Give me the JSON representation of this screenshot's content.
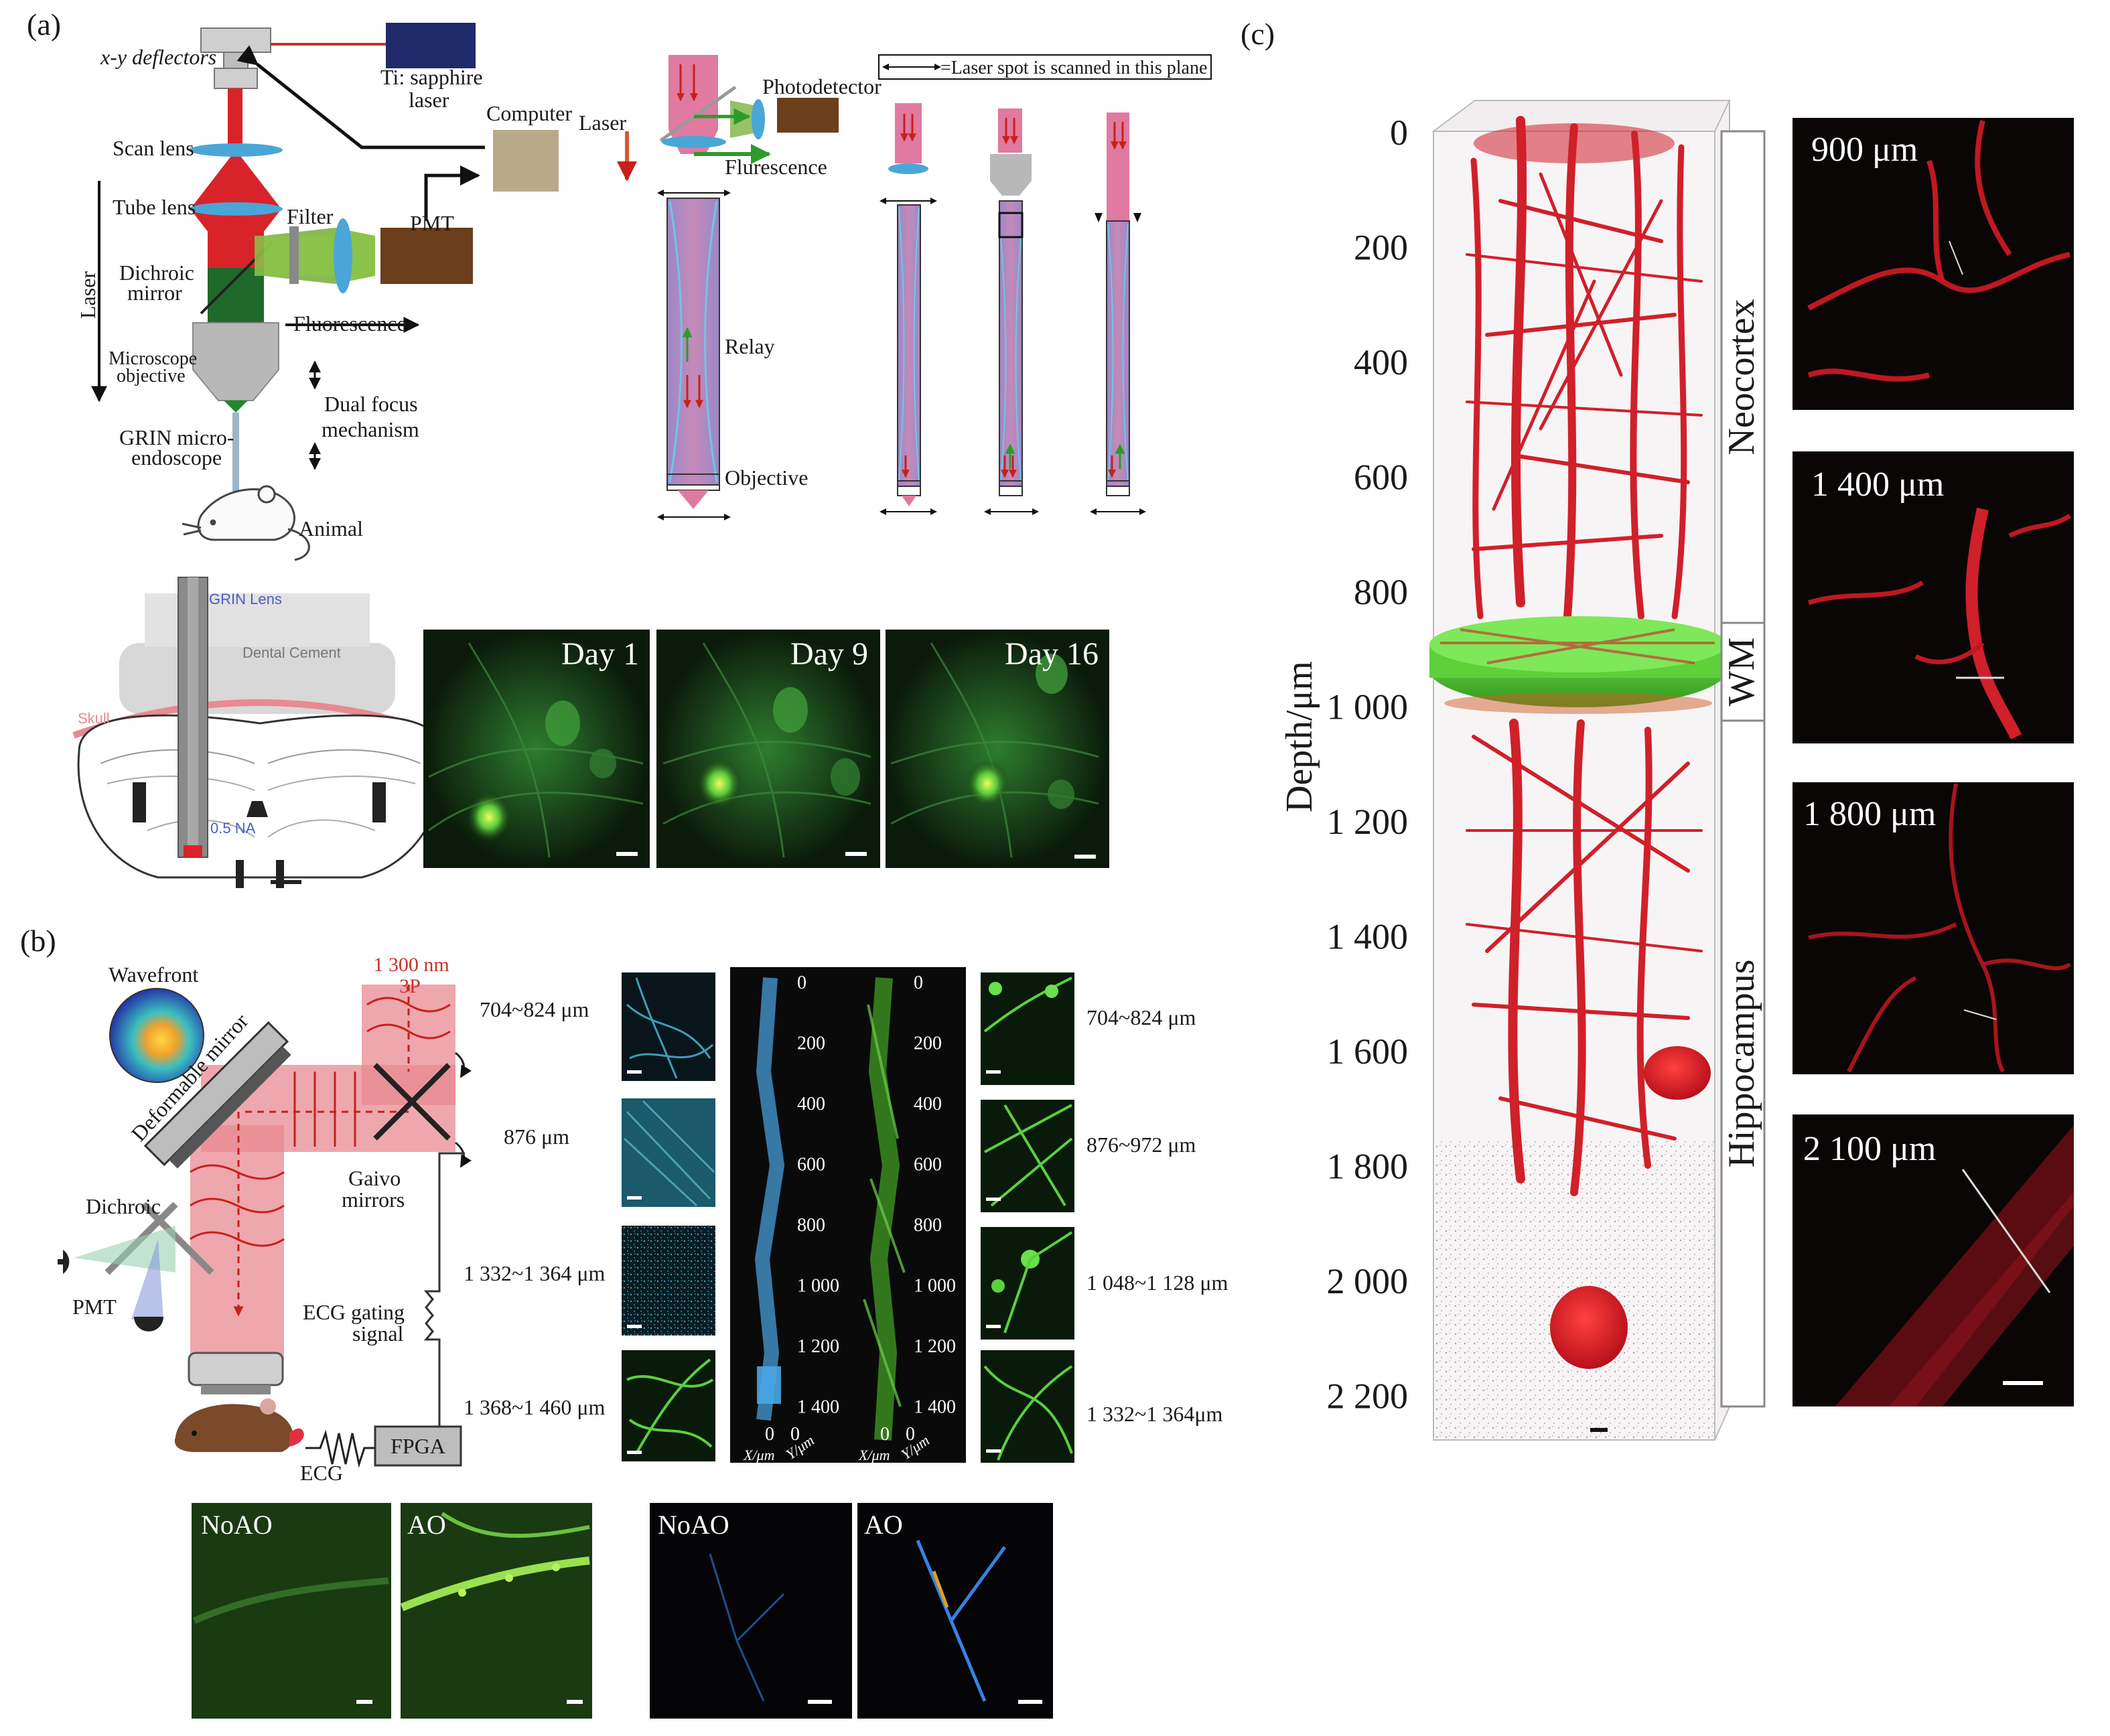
{
  "panels": {
    "a": "(a)",
    "b": "(b)",
    "c": "(c)"
  },
  "panel_a": {
    "xy_deflectors": "x-y deflectors",
    "ti_laser_1": "Ti: sapphire",
    "ti_laser_2": "laser",
    "computer": "Computer",
    "scan_lens": "Scan lens",
    "tube_lens": "Tube lens",
    "filter": "Filter",
    "pmt": "PMT",
    "dichroic_1": "Dichroic",
    "dichroic_2": "mirror",
    "laser": "Laser",
    "fluorescence": "Fluorescence",
    "microscope_1": "Microscope",
    "microscope_2": "objective",
    "dual_focus_1": "Dual focus",
    "dual_focus_2": "mechanism",
    "grin_1": "GRIN micro-",
    "grin_2": "endoscope",
    "animal": "Animal",
    "laser_right": "Laser",
    "photodetector": "Photodetector",
    "flurescence": "Flurescence",
    "legend_note": "=Laser spot is scanned in this plane",
    "relay": "Relay",
    "objective": "Objective",
    "grin_lens": "GRIN Lens",
    "dental_cement": "Dental Cement",
    "skull": "Skull",
    "na": "0.5 NA",
    "days": [
      "Day 1",
      "Day 9",
      "Day 16"
    ]
  },
  "panel_b": {
    "wavefront": "Wavefront",
    "deformable_mirror": "Deformable mirror",
    "wavelength_1": "1 300 nm",
    "wavelength_2": "3P",
    "gaivo_1": "Gaivo",
    "gaivo_2": "mirrors",
    "dichroic": "Dichroic",
    "pmt": "PMT",
    "ecg_gating_1": "ECG gating",
    "ecg_gating_2": "signal",
    "fpga": "FPGA",
    "ecg": "ECG",
    "left_ranges": [
      "704~824 μm",
      "876 μm",
      "1 332~1 364 μm",
      "1 368~1 460 μm"
    ],
    "right_ranges": [
      "704~824 μm",
      "876~972 μm",
      "1 048~1 128 μm",
      "1 332~1 364μm"
    ],
    "stack_ticks": [
      "0",
      "200",
      "400",
      "600",
      "800",
      "1 000",
      "1 200",
      "1 400"
    ],
    "axis_x": "X/μm",
    "axis_y": "Y/μm",
    "axis_zero": "0",
    "ao_labels": [
      "NoAO",
      "AO",
      "NoAO",
      "AO"
    ]
  },
  "panel_c": {
    "depth_label": "Depth/μm",
    "depth_ticks": [
      "0",
      "200",
      "400",
      "600",
      "800",
      "1 000",
      "1 200",
      "1 400",
      "1 600",
      "1 800",
      "2 000",
      "2 200"
    ],
    "regions": [
      "Neocortex",
      "WM",
      "Hippocampus"
    ],
    "insets": [
      "900 μm",
      "1 400 μm",
      "1 800 μm",
      "2 100 μm"
    ]
  },
  "colors": {
    "navy_laser": "#202a6a",
    "beam_red": "#d8232a",
    "beam_green": "#7cb342",
    "lens_blue": "#4aa6d6",
    "pmt_brown": "#6b3f1c",
    "computer_tan": "#b8aa88",
    "relay_purple": "#a87fc0",
    "pink": "#e07aa0",
    "vessel_red": "#d0202a",
    "wm_green": "#4ec02a"
  }
}
